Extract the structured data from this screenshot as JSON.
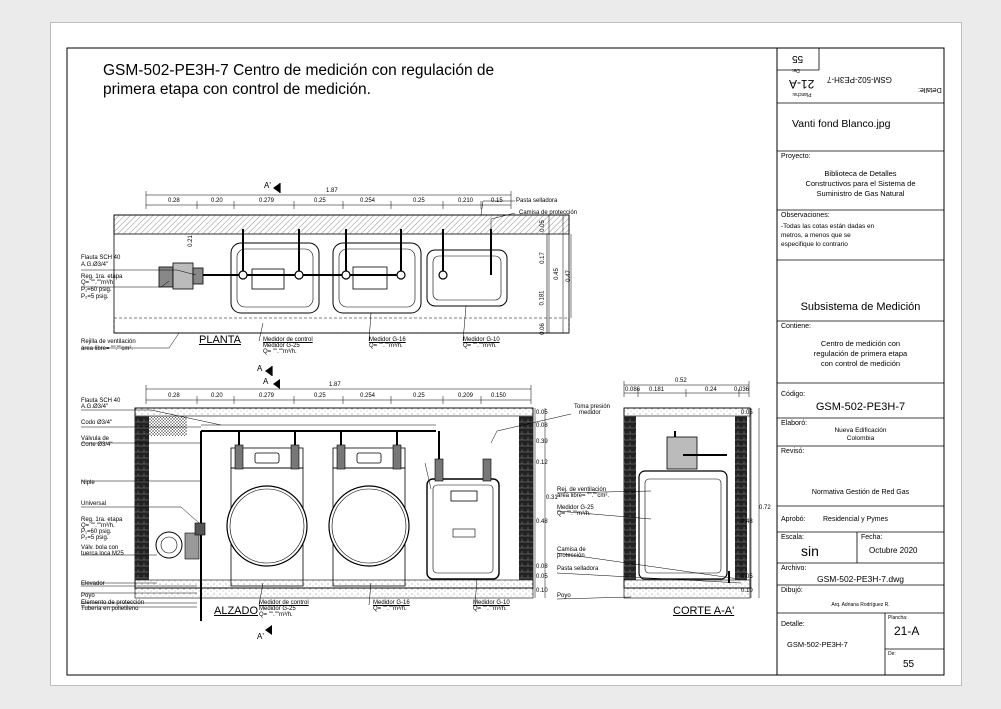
{
  "title_line1": "GSM-502-PE3H-7 Centro de medición con regulación de",
  "title_line2": "primera etapa con control de medición.",
  "views": {
    "planta": "PLANTA",
    "alzado": "ALZADO",
    "corte": "CORTE A-A'"
  },
  "section_markers": {
    "a_top": "A'",
    "a_bottom": "A",
    "a_alz_top": "A",
    "a_alz_bottom": "A'"
  },
  "dims_top": [
    "0.28",
    "0.20",
    "0.279",
    "0.25",
    "0.254",
    "0.25",
    "0.210",
    "0.15"
  ],
  "dims_top_total": "1.87",
  "dims_alz": [
    "0.28",
    "0.20",
    "0.279",
    "0.25",
    "0.254",
    "0.25",
    "0.209",
    "0.150"
  ],
  "dims_alz_total": "1.87",
  "dims_corte": [
    "0.086",
    "0.181",
    "0.24",
    "0.036"
  ],
  "dims_corte_total": "0.52",
  "dims_planta_vert": [
    "0.05",
    "0.17",
    "0.45",
    "0.47",
    "0.181",
    "0.06",
    "0.21"
  ],
  "dims_alz_vert": [
    "0.05",
    "0.08",
    "0.39",
    "0.12",
    "0.31",
    "0.48",
    "0.08",
    "0.05",
    "0.10"
  ],
  "dims_corte_vert": [
    "0.05",
    "0.72",
    "0.48",
    "0.05",
    "0.10"
  ],
  "planta_labels": {
    "pasta": "Pasta selladora",
    "camisa": "Camisa de protección",
    "flauta1": "Flauta SCH 40",
    "flauta2": "A.G.Ø3/4\"",
    "reg1": "Reg. 1ra. etapa",
    "reg2": "Q= \"\".\"\"m³/h.",
    "reg3": "P₁=60 psig.",
    "reg4": "P₂=5 psig.",
    "rejilla1": "Rejilla de ventilación",
    "rejilla2": "área libre=      \"\".\"\"cm².",
    "med_ctrl1": "Medidor de  control",
    "med_ctrl2": "Medidor G-25",
    "med_ctrl3": "Q= \"\".\"\"m³/h.",
    "med16_1": "Medidor G-16",
    "med16_2": "Q= \"\".\"\"m³/h.",
    "med10_1": "Medidor G-10",
    "med10_2": "Q= \"\".\"\"m³/h."
  },
  "alzado_labels": {
    "flauta1": "Flauta SCH 40",
    "flauta2": "A.G.Ø3/4\"",
    "codo": "Codo Ø3/4\"",
    "valvula1": "Válvula de",
    "valvula2": "Corte Ø3/4\"",
    "niple": "Niple",
    "universal": "Universal",
    "reg1": "Reg. 1ra. etapa",
    "reg2": "Q= \"\".\"\"m³/h.",
    "reg3": "P₁=60 psig.",
    "reg4": "P₂=5 psig.",
    "valv_bola1": "Válv. bola con",
    "valv_bola2": "tuerca loca M25",
    "elevador": "Elevador",
    "poyo": "Poyo",
    "elemento": "Elemento de protección",
    "tuberia": "Tubería en polietileno",
    "toma1": "Toma presión",
    "toma2": "medidor",
    "rej1": "Rej. de ventilación",
    "rej2": "área libre= \"\".\"\"cm².",
    "medg25_1": "Medidor G-25",
    "medg25_2": "Q= \"\".\"\"m³/h.",
    "camisa1": "Camisa de",
    "camisa2": "protección",
    "pasta": "Pasta selladora",
    "poyo2": "Poyo",
    "med_ctrl1": "Medidor de  control",
    "med_ctrl2": "Medidor G-25",
    "med_ctrl3": "Q= \"\".\"\"m³/h.",
    "med16_1": "Medidor G-16",
    "med16_2": "Q= \"\".\"\"m³/h.",
    "med10_1": "Medidor G-10",
    "med10_2": "Q= \"\".\"\"m³/h."
  },
  "title_block": {
    "rot_detalle": "Detalle:",
    "rot_code": "GSM-502-PE3H-7",
    "rot_plancha_lbl": "Plancha:",
    "rot_plancha": "21-A",
    "rot_de_lbl": "De:",
    "rot_de": "55",
    "logo": "Vanti fond Blanco.jpg",
    "proyecto_lbl": "Proyecto:",
    "proyecto": [
      "Biblioteca de Detalles",
      "Constructivos para el Sistema de",
      "Suministro de Gas Natural"
    ],
    "obs_lbl": "Observaciones:",
    "obs": [
      "-Todas las cotas están dadas en",
      "metros, a menos que se",
      "especifique lo contrario"
    ],
    "subsistema": "Subsistema de Medición",
    "contiene_lbl": "Contiene:",
    "contiene": [
      "Centro de medición con",
      "regulación de primera etapa",
      "con control de medición"
    ],
    "codigo_lbl": "Código:",
    "codigo": "GSM-502-PE3H-7",
    "elaboro_lbl": "Elaboró:",
    "elaboro": [
      "Nueva Edificación",
      "Colombia"
    ],
    "reviso_lbl": "Revisó:",
    "reviso": "Normativa Gestión de Red Gas",
    "aprobo_lbl": "Aprobó:",
    "aprobo": "Residencial y Pymes",
    "escala_lbl": "Escala:",
    "escala": "sin",
    "fecha_lbl": "Fecha:",
    "fecha": "Octubre 2020",
    "archivo_lbl": "Archivo:",
    "archivo": "GSM-502-PE3H-7.dwg",
    "dibujo_lbl": "Dibujó:",
    "dibujo": "Arq. Adriana Rodríguez R.",
    "detalle_lbl": "Detalle:",
    "detalle": "GSM-502-PE3H-7",
    "plancha_lbl": "Plancha:",
    "plancha": "21-A",
    "de_lbl": "De:",
    "de": "55"
  }
}
